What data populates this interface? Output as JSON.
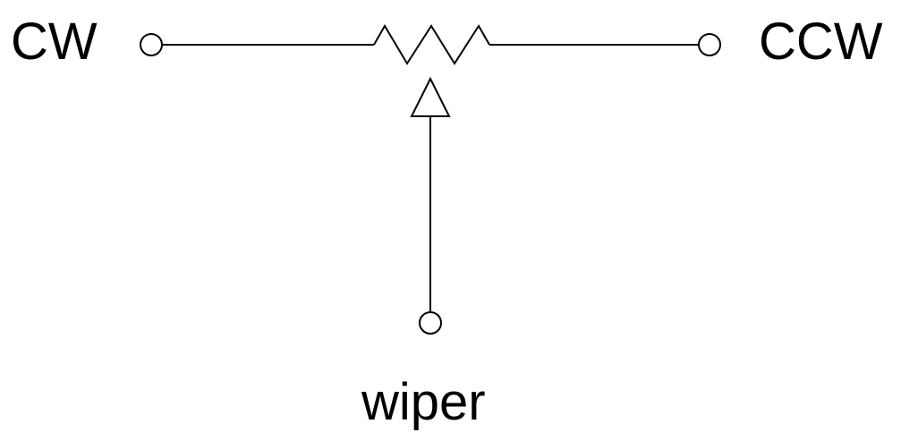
{
  "terminals": {
    "cw_label": "CW",
    "ccw_label": "CCW",
    "wiper_label": "wiper"
  },
  "colors": {
    "line": "#000000",
    "background": "#ffffff"
  }
}
